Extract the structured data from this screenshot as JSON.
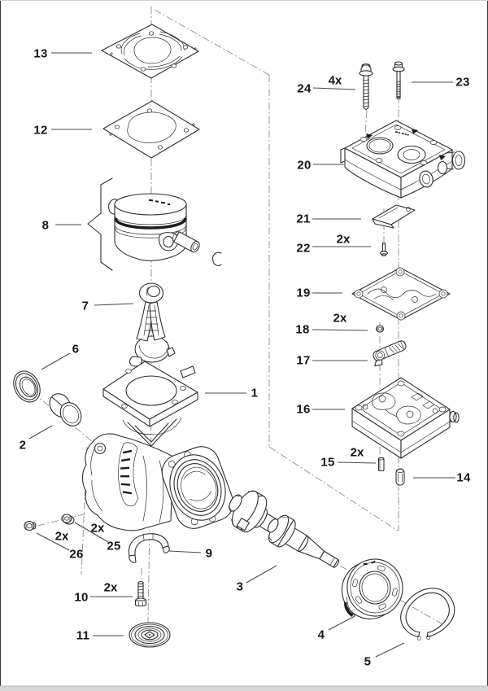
{
  "diagram": {
    "type": "exploded-view parts diagram",
    "callouts": [
      {
        "number": "1"
      },
      {
        "number": "2"
      },
      {
        "number": "3"
      },
      {
        "number": "4"
      },
      {
        "number": "5"
      },
      {
        "number": "6"
      },
      {
        "number": "7"
      },
      {
        "number": "8"
      },
      {
        "number": "9"
      },
      {
        "number": "10",
        "qty": "2x"
      },
      {
        "number": "11"
      },
      {
        "number": "12"
      },
      {
        "number": "13"
      },
      {
        "number": "14"
      },
      {
        "number": "15",
        "qty": "2x"
      },
      {
        "number": "16"
      },
      {
        "number": "17"
      },
      {
        "number": "18",
        "qty": "2x"
      },
      {
        "number": "19"
      },
      {
        "number": "20"
      },
      {
        "number": "21"
      },
      {
        "number": "22",
        "qty": "2x"
      },
      {
        "number": "23"
      },
      {
        "number": "24",
        "qty": "4x"
      },
      {
        "number": "25",
        "qty": "2x"
      },
      {
        "number": "26",
        "qty": "2x"
      }
    ]
  }
}
